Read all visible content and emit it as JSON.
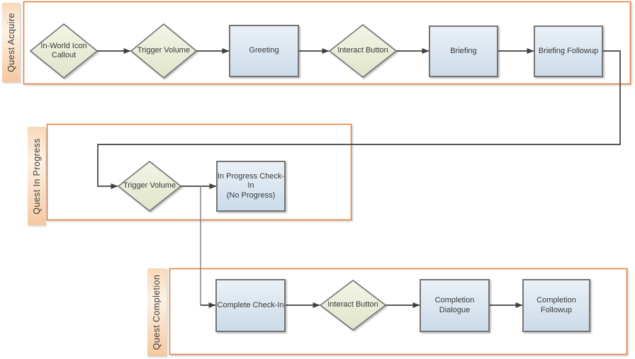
{
  "diagram": {
    "type": "swimlane-flowchart",
    "lanes": [
      {
        "id": "quest-acquire",
        "label": "Quest Acquire"
      },
      {
        "id": "quest-in-progress",
        "label": "Quest In Progress"
      },
      {
        "id": "quest-completion",
        "label": "Quest Completion"
      }
    ],
    "nodes": [
      {
        "id": "in-world-icon-callout",
        "lane": "Quest Acquire",
        "shape": "decision",
        "label": "In-World Icon\nCallout"
      },
      {
        "id": "trigger-volume-acquire",
        "lane": "Quest Acquire",
        "shape": "decision",
        "label": "Trigger Volume"
      },
      {
        "id": "greeting",
        "lane": "Quest Acquire",
        "shape": "process",
        "label": "Greeting"
      },
      {
        "id": "interact-button-acquire",
        "lane": "Quest Acquire",
        "shape": "decision",
        "label": "Interact Button"
      },
      {
        "id": "briefing",
        "lane": "Quest Acquire",
        "shape": "process",
        "label": "Briefing"
      },
      {
        "id": "briefing-followup",
        "lane": "Quest Acquire",
        "shape": "process",
        "label": "Briefing Followup"
      },
      {
        "id": "trigger-volume-in-progress",
        "lane": "Quest In Progress",
        "shape": "decision",
        "label": "Trigger Volume"
      },
      {
        "id": "in-progress-check-in",
        "lane": "Quest In Progress",
        "shape": "process",
        "label": "In Progress Check-In\n(No Progress)"
      },
      {
        "id": "complete-check-in",
        "lane": "Quest Completion",
        "shape": "process",
        "label": "Complete Check-In"
      },
      {
        "id": "interact-button-completion",
        "lane": "Quest Completion",
        "shape": "decision",
        "label": "Interact Button"
      },
      {
        "id": "completion-dialogue",
        "lane": "Quest Completion",
        "shape": "process",
        "label": "Completion\nDialogue"
      },
      {
        "id": "completion-followup",
        "lane": "Quest Completion",
        "shape": "process",
        "label": "Completion\nFollowup"
      }
    ],
    "edges": [
      {
        "from": "in-world-icon-callout",
        "to": "trigger-volume-acquire"
      },
      {
        "from": "trigger-volume-acquire",
        "to": "greeting"
      },
      {
        "from": "greeting",
        "to": "interact-button-acquire"
      },
      {
        "from": "interact-button-acquire",
        "to": "briefing"
      },
      {
        "from": "briefing",
        "to": "briefing-followup"
      },
      {
        "from": "briefing-followup",
        "to": "trigger-volume-in-progress"
      },
      {
        "from": "trigger-volume-in-progress",
        "to": "in-progress-check-in"
      },
      {
        "from": "trigger-volume-in-progress",
        "to": "complete-check-in"
      },
      {
        "from": "complete-check-in",
        "to": "interact-button-completion"
      },
      {
        "from": "interact-button-completion",
        "to": "completion-dialogue"
      },
      {
        "from": "completion-dialogue",
        "to": "completion-followup"
      }
    ],
    "colors": {
      "lane_border": "#e08445",
      "lane_titlebar_top": "#f8d9ba",
      "lane_titlebar_bottom": "#f5c89f",
      "process_fill_top": "#eaf0f7",
      "process_fill_bottom": "#cbdbe9",
      "decision_fill_top": "#f2f4e4",
      "decision_fill_bottom": "#dfe5ca",
      "shape_border": "#757575",
      "connector": "#404040",
      "text": "#383838"
    }
  }
}
